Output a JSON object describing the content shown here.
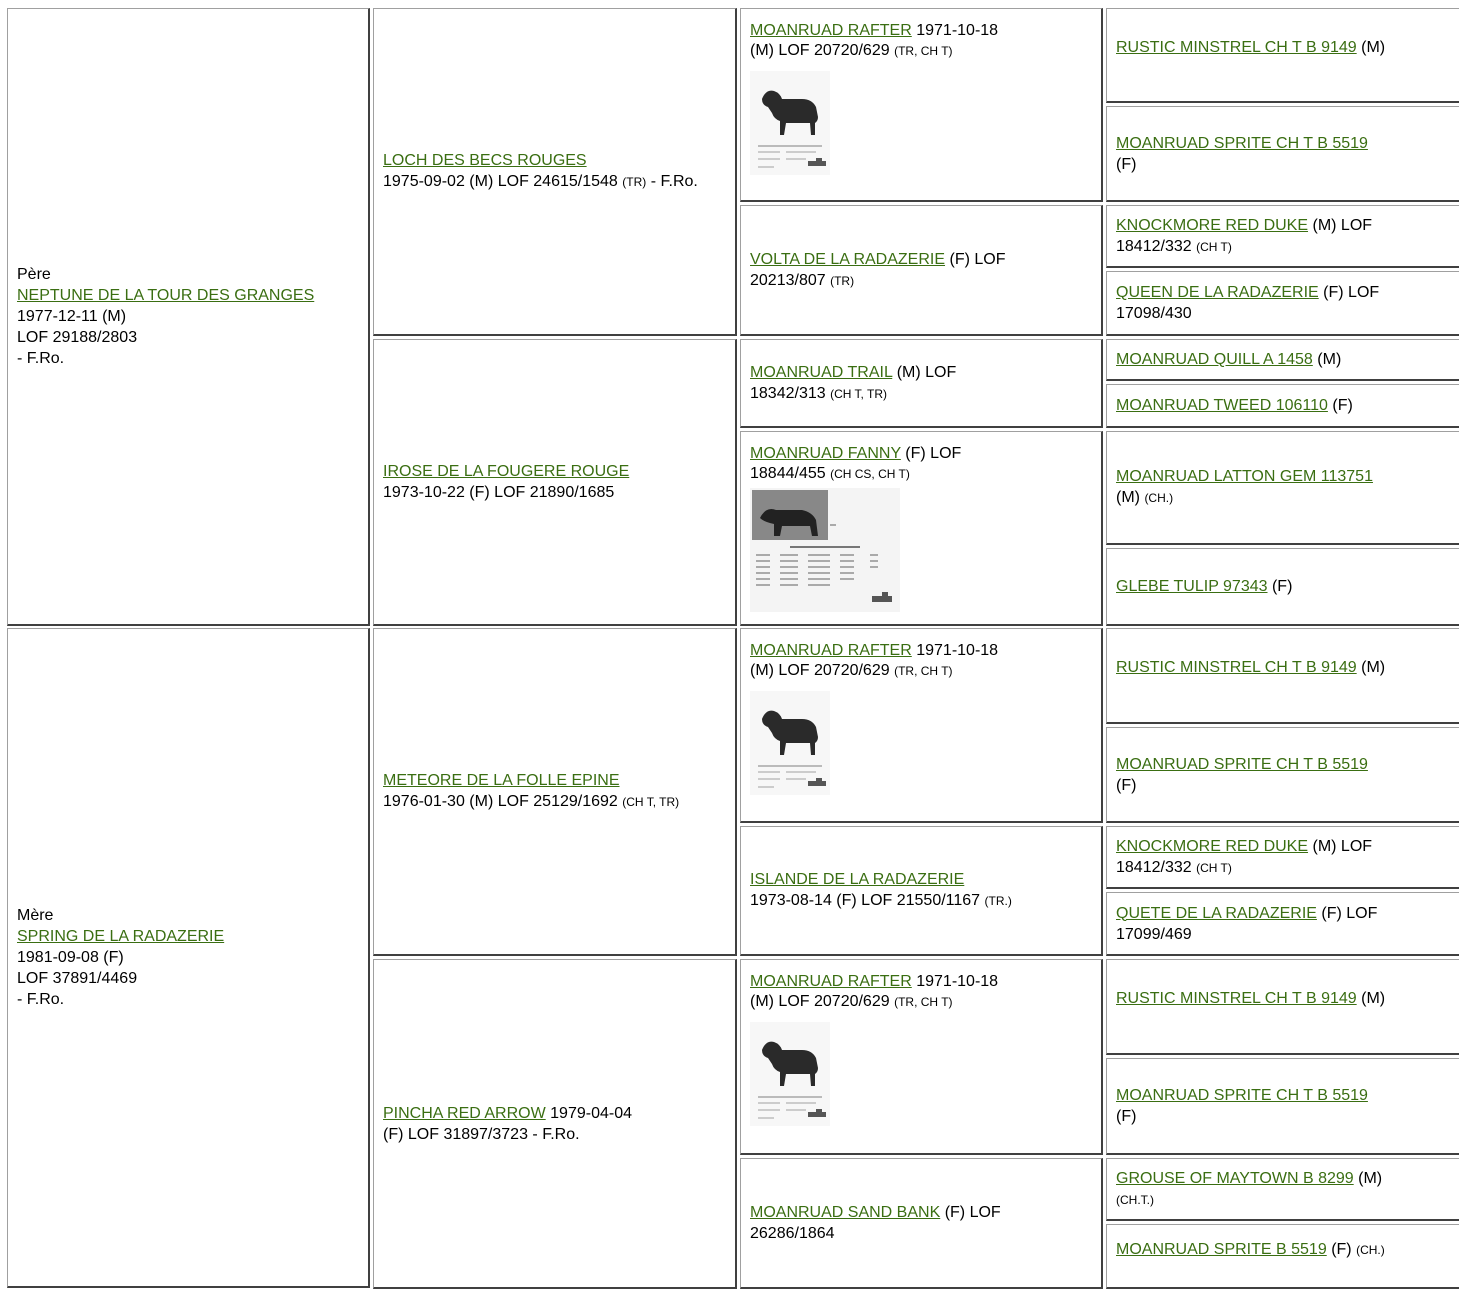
{
  "sire": {
    "role": "Père",
    "name": "NEPTUNE DE LA TOUR DES GRANGES",
    "line1": "1977-12-11 (M)",
    "line2": "LOF 29188/2803",
    "line3": "- F.Ro.",
    "sire": {
      "name": "LOCH DES BECS ROUGES",
      "info": "1975-09-02 (M) LOF 24615/1548",
      "small": "(TR)",
      "rest": "- F.Ro.",
      "sire": {
        "name": "MOANRUAD RAFTER",
        "info1": "1971-10-18",
        "info2": "(M) LOF 20720/629",
        "small": "(TR, CH T)",
        "photo": "dog-photo-certificate",
        "sire": {
          "name": "RUSTIC MINSTREL CH T B 9149",
          "info": "(M)"
        },
        "dam": {
          "name": "MOANRUAD SPRITE CH T B 5519",
          "info": "(F)"
        }
      },
      "dam": {
        "name": "VOLTA DE LA RADAZERIE",
        "info1": "(F) LOF",
        "info2": "20213/807",
        "small": "(TR)",
        "sire": {
          "name": "KNOCKMORE RED DUKE",
          "info": "(M) LOF",
          "info2": "18412/332",
          "small": "(CH T)"
        },
        "dam": {
          "name": "QUEEN DE LA RADAZERIE",
          "info": "(F) LOF",
          "info2": "17098/430"
        }
      }
    },
    "dam": {
      "name": "IROSE DE LA FOUGERE ROUGE",
      "info": "1973-10-22 (F) LOF 21890/1685",
      "sire": {
        "name": "MOANRUAD TRAIL",
        "info1": "(M) LOF",
        "info2": "18342/313",
        "small": "(CH T, TR)",
        "sire": {
          "name": "MOANRUAD QUILL A 1458",
          "info": "(M)"
        },
        "dam": {
          "name": "MOANRUAD TWEED 106110",
          "info": "(F)"
        }
      },
      "dam": {
        "name": "MOANRUAD FANNY",
        "info1": "(F) LOF",
        "info2": "18844/455",
        "small": "(CH CS, CH T)",
        "photo": "pedigree-document",
        "sire": {
          "name": "MOANRUAD LATTON GEM 113751",
          "info": "(M)",
          "small": "(CH.)"
        },
        "dam": {
          "name": "GLEBE TULIP 97343",
          "info": "(F)"
        }
      }
    }
  },
  "dam": {
    "role": "Mère",
    "name": "SPRING DE LA RADAZERIE",
    "line1": "1981-09-08 (F)",
    "line2": "LOF 37891/4469",
    "line3": "- F.Ro.",
    "sire": {
      "name": "METEORE DE LA FOLLE EPINE",
      "info": "1976-01-30 (M) LOF 25129/1692",
      "small": "(CH T, TR)",
      "sire": {
        "name": "MOANRUAD RAFTER",
        "info1": "1971-10-18",
        "info2": "(M) LOF 20720/629",
        "small": "(TR, CH T)",
        "sire": {
          "name": "RUSTIC MINSTREL CH T B 9149",
          "info": "(M)"
        },
        "dam": {
          "name": "MOANRUAD SPRITE CH T B 5519",
          "info": "(F)"
        }
      },
      "dam": {
        "name": "ISLANDE DE LA RADAZERIE",
        "info": "1973-08-14 (F) LOF 21550/1167",
        "small": "(TR.)",
        "sire": {
          "name": "KNOCKMORE RED DUKE",
          "info": "(M) LOF",
          "info2": "18412/332",
          "small": "(CH T)"
        },
        "dam": {
          "name": "QUETE DE LA RADAZERIE",
          "info": "(F) LOF",
          "info2": "17099/469"
        }
      }
    },
    "dam": {
      "name": "PINCHA RED ARROW",
      "info1": "1979-04-04",
      "info2": "(F) LOF 31897/3723 - F.Ro.",
      "sire": {
        "name": "MOANRUAD RAFTER",
        "info1": "1971-10-18",
        "info2": "(M) LOF 20720/629",
        "small": "(TR, CH T)",
        "sire": {
          "name": "RUSTIC MINSTREL CH T B 9149",
          "info": "(M)"
        },
        "dam": {
          "name": "MOANRUAD SPRITE CH T B 5519",
          "info": "(F)"
        }
      },
      "dam": {
        "name": "MOANRUAD SAND BANK",
        "info1": "(F) LOF",
        "info2": "26286/1864",
        "sire": {
          "name": "GROUSE OF MAYTOWN B 8299",
          "info": "(M)",
          "small": "(CH.T.)"
        },
        "dam": {
          "name": "MOANRUAD SPRITE B 5519",
          "info": "(F)",
          "small": "(CH.)"
        }
      }
    }
  }
}
